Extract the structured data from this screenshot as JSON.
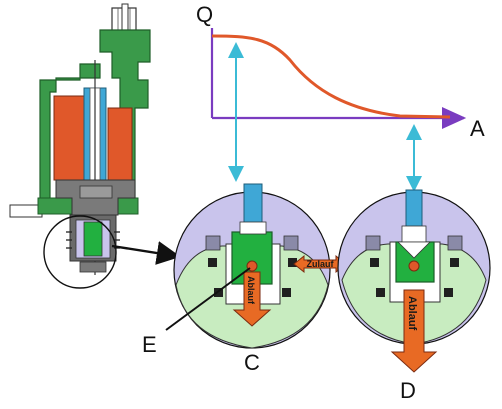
{
  "labels": {
    "axis_q": "Q",
    "axis_a": "A",
    "point_e": "E",
    "view_c": "C",
    "view_d": "D",
    "zulauf": "Zulauf",
    "ablauf_c": "Ablauf",
    "ablauf_d": "Ablauf"
  },
  "colors": {
    "coil": "#e0582a",
    "housing": "#3a9a4a",
    "sleeve": "#3fa7d6",
    "detail_bg": "#c9c4ec",
    "flow_zone": "#c8ecc0",
    "valve": "#22b040",
    "curve": "#e0582a",
    "indicator": "#3bbbd6",
    "flow_arrow": "#e86a24",
    "seal": "#202020"
  },
  "icons": {
    "flow_arrow": "orange-arrow",
    "link_arrow": "black-arrow",
    "indicator": "cyan-double-arrow"
  }
}
